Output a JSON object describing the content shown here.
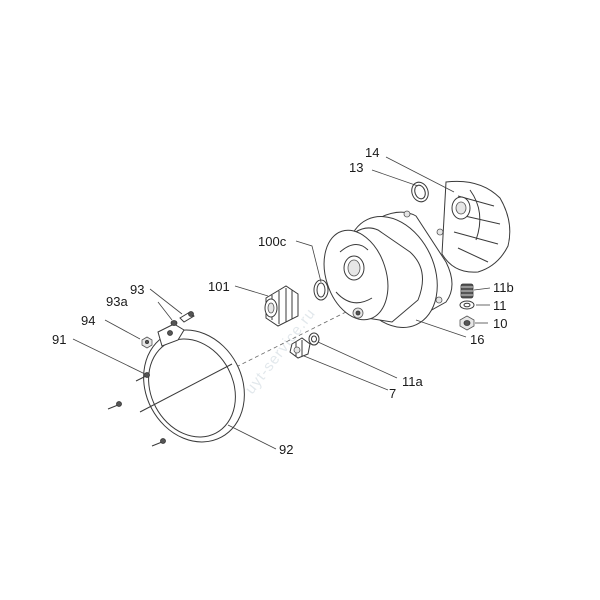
{
  "watermark": "uyt-service.ru",
  "callouts": [
    {
      "id": "14",
      "label": "14"
    },
    {
      "id": "13",
      "label": "13"
    },
    {
      "id": "100c",
      "label": "100c"
    },
    {
      "id": "101",
      "label": "101"
    },
    {
      "id": "93",
      "label": "93"
    },
    {
      "id": "93a",
      "label": "93a"
    },
    {
      "id": "94",
      "label": "94"
    },
    {
      "id": "91",
      "label": "91"
    },
    {
      "id": "11b",
      "label": "11b"
    },
    {
      "id": "11",
      "label": "11"
    },
    {
      "id": "10",
      "label": "10"
    },
    {
      "id": "16",
      "label": "16"
    },
    {
      "id": "11a",
      "label": "11a"
    },
    {
      "id": "7",
      "label": "7"
    },
    {
      "id": "92",
      "label": "92"
    }
  ]
}
